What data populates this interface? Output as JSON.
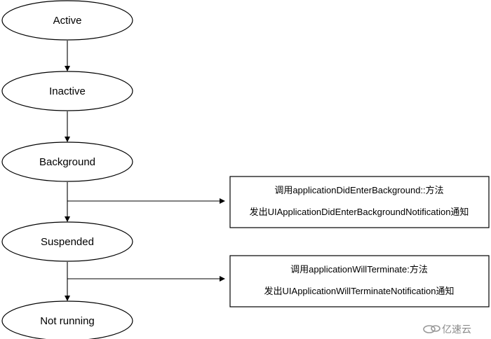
{
  "states": [
    {
      "id": "active",
      "label": "Active"
    },
    {
      "id": "inactive",
      "label": "Inactive"
    },
    {
      "id": "background",
      "label": "Background"
    },
    {
      "id": "suspended",
      "label": "Suspended"
    },
    {
      "id": "not-running",
      "label": "Not running"
    }
  ],
  "notes": [
    {
      "id": "enter-background",
      "line1": "调用applicationDidEnterBackground::方法",
      "line2": "发出UIApplicationDidEnterBackgroundNotification通知"
    },
    {
      "id": "will-terminate",
      "line1": "调用applicationWillTerminate:方法",
      "line2": "发出UIApplicationWillTerminateNotification通知"
    }
  ],
  "watermark": {
    "text": "亿速云"
  }
}
